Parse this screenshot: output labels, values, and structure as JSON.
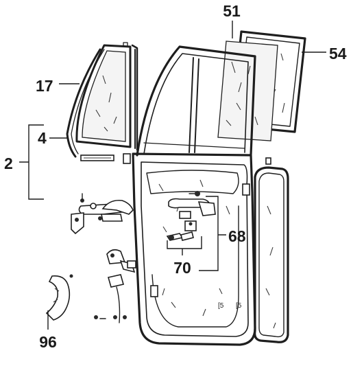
{
  "diagram": {
    "callouts": {
      "c51": "51",
      "c54": "54",
      "c17": "17",
      "c4": "4",
      "c2": "2",
      "c68": "68",
      "c70": "70",
      "c96": "96"
    },
    "colors": {
      "ink": "#1e1e1e",
      "paper": "#ffffff",
      "glass": "#f4f4f4"
    }
  }
}
